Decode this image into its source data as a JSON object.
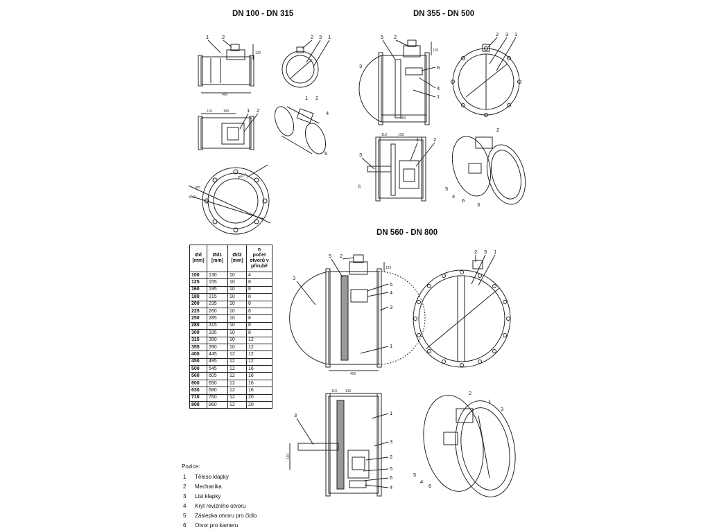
{
  "titles": {
    "small": "DN 100 - DN 315",
    "medium": "DN 355 - DN 500",
    "large": "DN 560 - DN 800"
  },
  "table": {
    "headers": [
      "Ød\n[mm]",
      "Ød1\n[mm]",
      "Ød2\n[mm]",
      "n\npočet\notvorů v\npřírubě"
    ],
    "rows": [
      [
        "100",
        "130",
        "10",
        "4"
      ],
      [
        "125",
        "155",
        "10",
        "8"
      ],
      [
        "160",
        "195",
        "10",
        "8"
      ],
      [
        "180",
        "215",
        "10",
        "8"
      ],
      [
        "200",
        "235",
        "10",
        "8"
      ],
      [
        "225",
        "260",
        "10",
        "8"
      ],
      [
        "250",
        "285",
        "10",
        "8"
      ],
      [
        "280",
        "315",
        "10",
        "8"
      ],
      [
        "300",
        "335",
        "10",
        "8"
      ],
      [
        "315",
        "350",
        "10",
        "12"
      ],
      [
        "355",
        "390",
        "10",
        "12"
      ],
      [
        "400",
        "445",
        "12",
        "12"
      ],
      [
        "450",
        "495",
        "12",
        "12"
      ],
      [
        "500",
        "545",
        "12",
        "16"
      ],
      [
        "560",
        "605",
        "12",
        "16"
      ],
      [
        "600",
        "650",
        "12",
        "16"
      ],
      [
        "630",
        "680",
        "12",
        "16"
      ],
      [
        "710",
        "760",
        "12",
        "20"
      ],
      [
        "800",
        "860",
        "12",
        "20"
      ]
    ]
  },
  "legend": {
    "heading": "Pozice:",
    "items": [
      {
        "num": "1",
        "text": "Těleso klapky"
      },
      {
        "num": "2",
        "text": "Mechanika"
      },
      {
        "num": "3",
        "text": "List klapky"
      },
      {
        "num": "4",
        "text": "Kryt revizního otvoru"
      },
      {
        "num": "5",
        "text": "Záslepka otvoru pro čidlo"
      },
      {
        "num": "6",
        "text": "Otvor pro kameru"
      }
    ]
  },
  "dims": {
    "d400": "400",
    "d120": "120",
    "d110": "110",
    "d180": "180",
    "d138": "138",
    "d130": "130",
    "d30": "30",
    "od": "Ød",
    "od1": "Ød1",
    "od2": "Ød2/n"
  }
}
